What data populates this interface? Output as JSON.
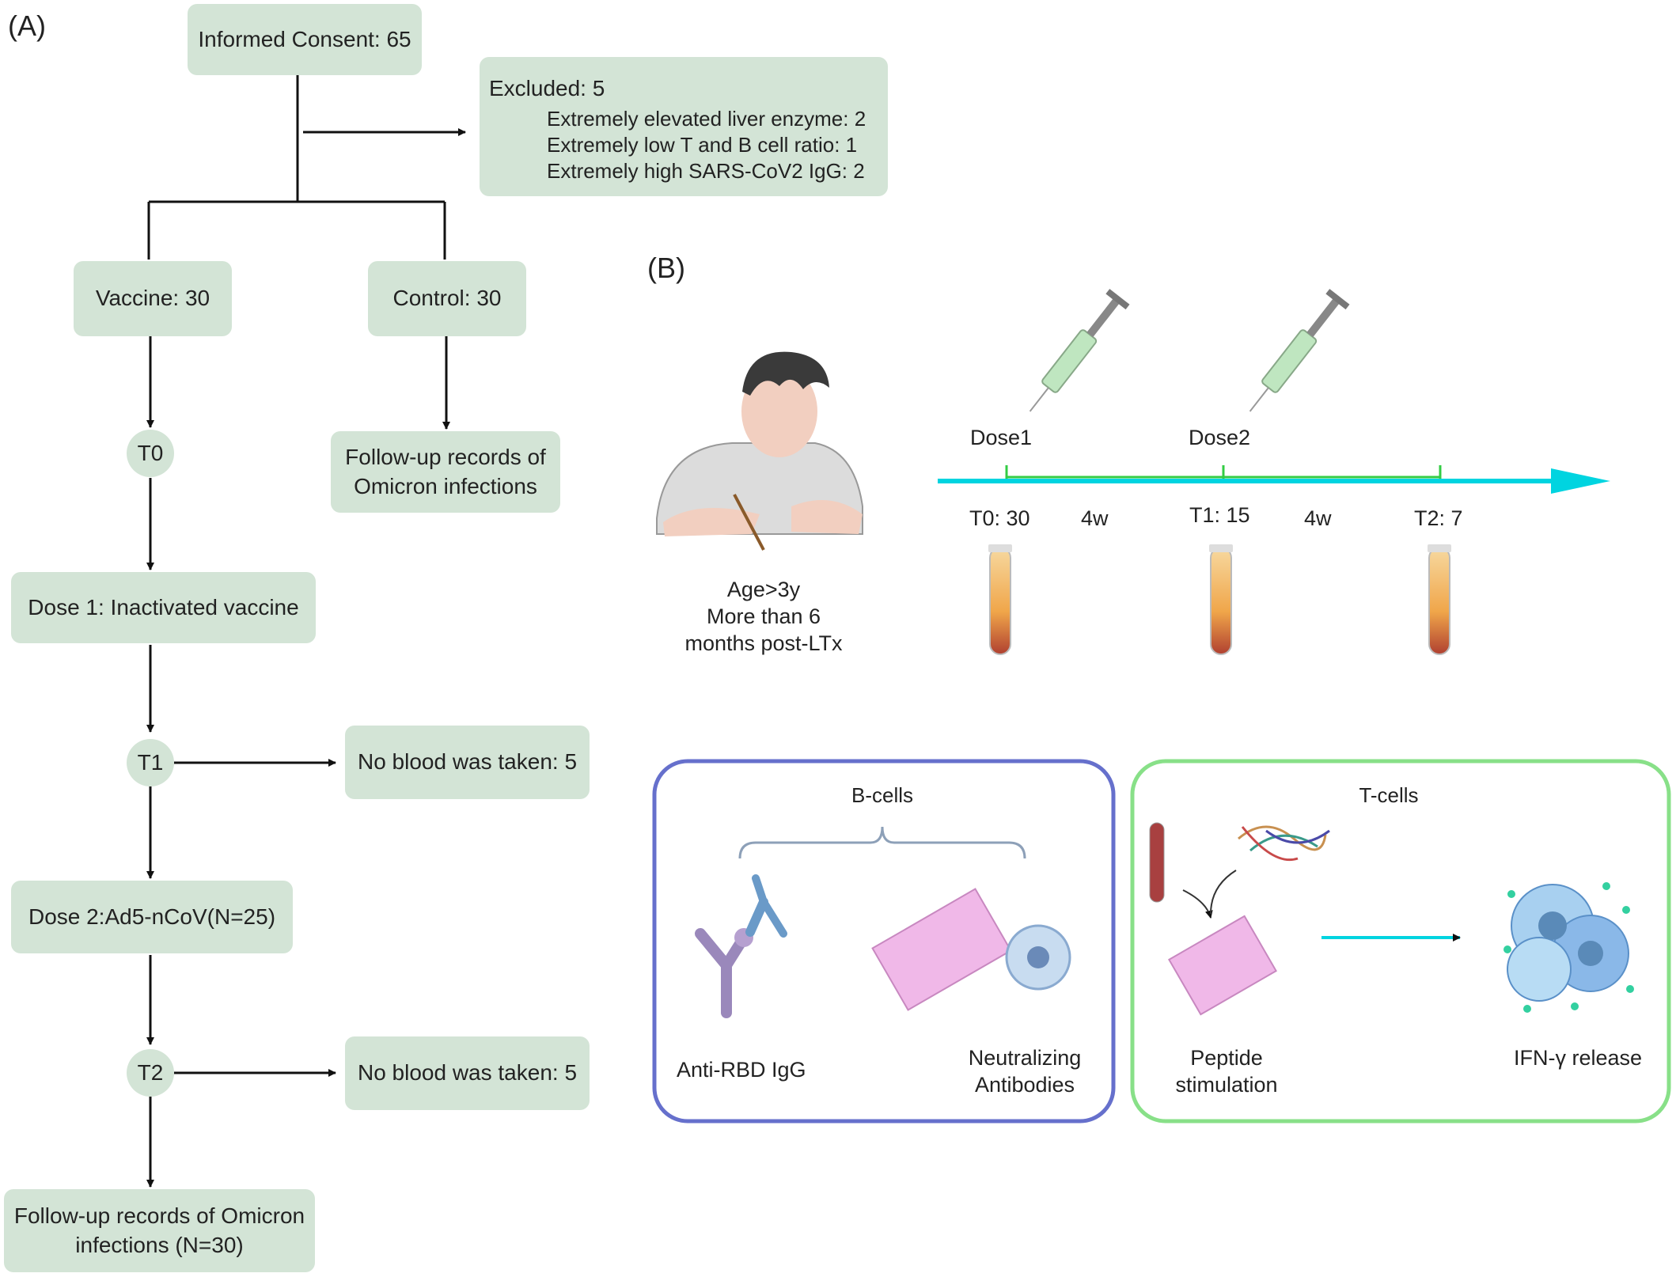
{
  "panel_a": {
    "label": "(A)",
    "consent": "Informed Consent: 65",
    "excluded": {
      "title": "Excluded: 5",
      "items": [
        "Extremely elevated liver enzyme: 2",
        "Extremely low T and B cell ratio: 1",
        "Extremely high SARS-CoV2 IgG: 2"
      ]
    },
    "vaccine": "Vaccine: 30",
    "control": "Control: 30",
    "t0": "T0",
    "followup_control_l1": "Follow-up records of",
    "followup_control_l2": "Omicron infections",
    "dose1": "Dose 1: Inactivated vaccine",
    "t1": "T1",
    "no_blood_t1": "No blood was taken: 5",
    "dose2": "Dose 2:Ad5-nCoV(N=25)",
    "t2": "T2",
    "no_blood_t2": "No blood was taken: 5",
    "followup_final_l1": "Follow-up records of Omicron",
    "followup_final_l2": "infections (N=30)"
  },
  "panel_b": {
    "label": "(B)",
    "patient_l1": "Age>3y",
    "patient_l2": "More than 6",
    "patient_l3": "months post-LTx",
    "dose1": "Dose1",
    "dose2": "Dose2",
    "t0": "T0: 30",
    "interval1": "4w",
    "t1": "T1: 15",
    "interval2": "4w",
    "t2": "T2: 7",
    "bcells": {
      "title": "B-cells",
      "left": "Anti-RBD IgG",
      "right_l1": "Neutralizing",
      "right_l2": "Antibodies"
    },
    "tcells": {
      "title": "T-cells",
      "left_l1": "Peptide",
      "left_l2": "stimulation",
      "right": "IFN-γ release"
    }
  },
  "colors": {
    "box_fill": "#d3e4d6",
    "timeline": "#00d4e0",
    "timeline_ticks": "#33cc44",
    "bcell_border": "#6670cc",
    "tcell_border": "#88e088"
  }
}
